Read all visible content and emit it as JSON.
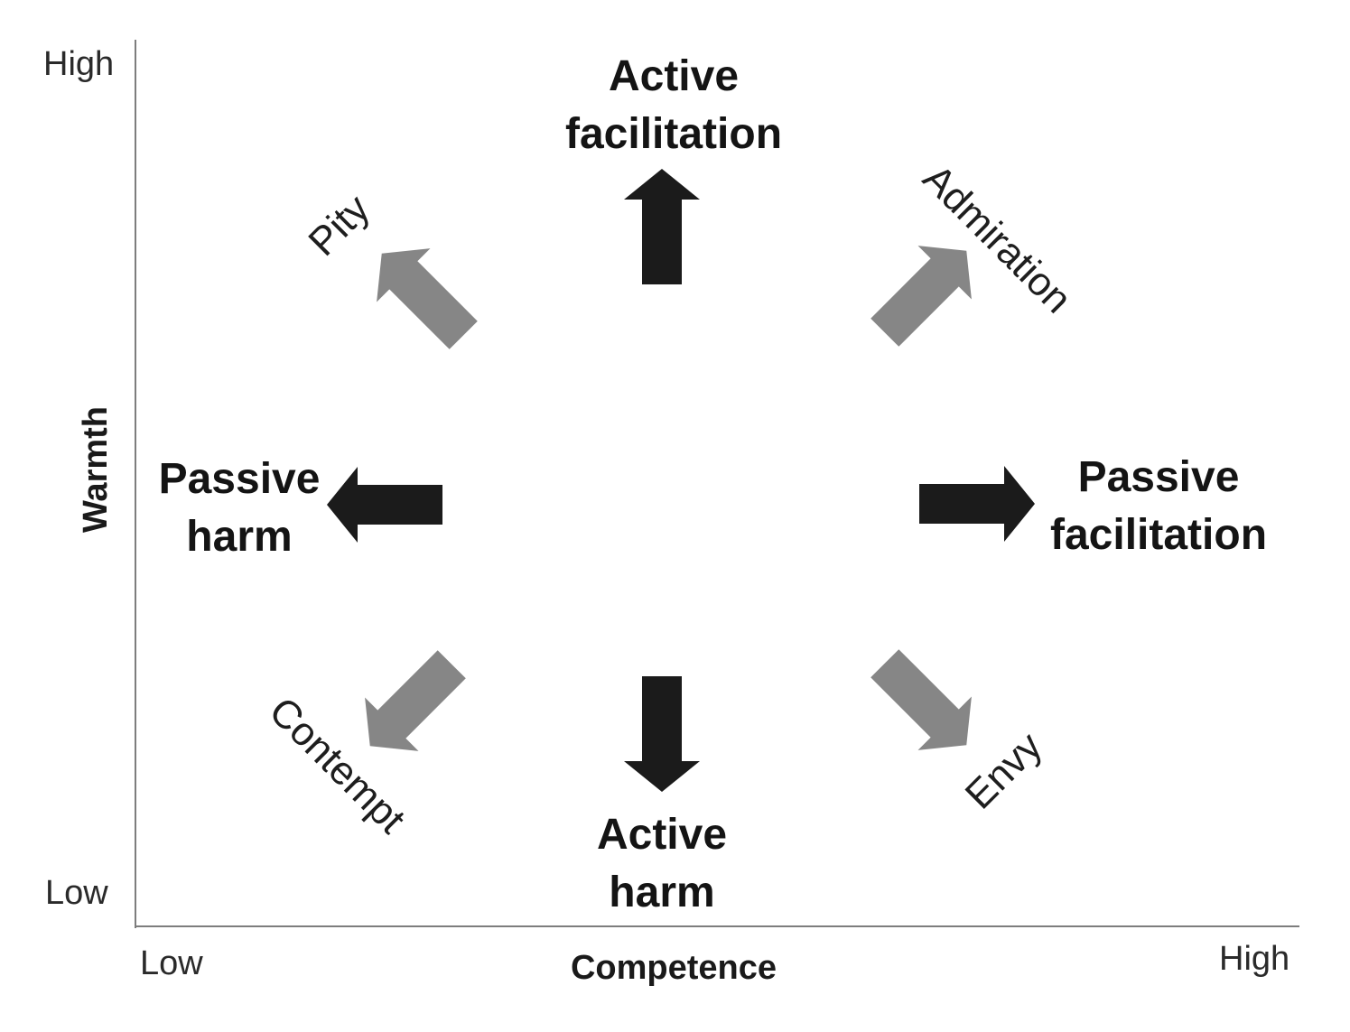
{
  "axes": {
    "y": {
      "title": "Warmth",
      "high": "High",
      "low": "Low"
    },
    "x": {
      "title": "Competence",
      "low": "Low",
      "high": "High"
    }
  },
  "behaviors": {
    "active_facilitation": {
      "line1": "Active",
      "line2": "facilitation"
    },
    "active_harm": {
      "line1": "Active",
      "line2": "harm"
    },
    "passive_harm": {
      "line1": "Passive",
      "line2": "harm"
    },
    "passive_facilitation": {
      "line1": "Passive",
      "line2": "facilitation"
    }
  },
  "emotions": {
    "pity": "Pity",
    "admiration": "Admiration",
    "contempt": "Contempt",
    "envy": "Envy"
  },
  "colors": {
    "behavior_arrow": "#1b1b1b",
    "emotion_arrow": "#868686",
    "axis_line": "#7d7d7d"
  }
}
